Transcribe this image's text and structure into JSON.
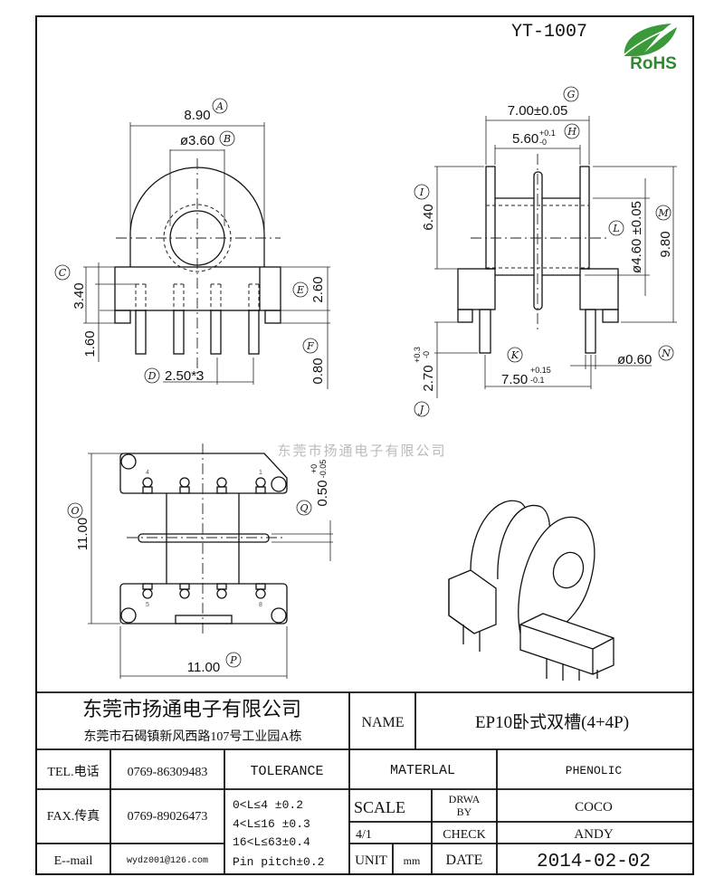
{
  "header": {
    "part_no": "YT-1007",
    "logo_text": "RoHS"
  },
  "watermark": "东莞市扬通电子有限公司",
  "front_view": {
    "dims": {
      "A": "8.90",
      "B": "ø3.60",
      "C": "3.40",
      "D": "2.50*3",
      "E": "2.60",
      "F": "0.80",
      "C2": "1.60"
    },
    "letters": [
      "A",
      "B",
      "C",
      "D",
      "E",
      "F"
    ]
  },
  "side_view": {
    "dims": {
      "G": "7.00±0.05",
      "H": "5.60",
      "H_tol_upper": "+0.1",
      "H_tol_lower": "-0",
      "I": "6.40",
      "J": "2.70",
      "J_tol_upper": "+0.3",
      "J_tol_lower": "-0",
      "K": "7.50",
      "K_tol_upper": "+0.15",
      "K_tol_lower": "-0.1",
      "L": "ø4.60 ±0.05",
      "M": "9.80",
      "N": "ø0.60"
    },
    "letters": [
      "G",
      "H",
      "I",
      "J",
      "K",
      "L",
      "M",
      "N"
    ]
  },
  "bottom_view": {
    "dims": {
      "O": "11.00",
      "P": "11.00",
      "Q": "0.50",
      "Q_tol_upper": "+0",
      "Q_tol_lower": "-0.05"
    },
    "letters": [
      "O",
      "P",
      "Q"
    ],
    "pin_numbers": [
      "4",
      "1",
      "5",
      "8"
    ]
  },
  "title_block": {
    "company": "东莞市扬通电子有限公司",
    "address": "东莞市石碣镇新风西路107号工业园A栋",
    "name_label": "NAME",
    "name_value": "EP10卧式双槽(4+4P)",
    "tel_label": "TEL.电话",
    "tel_value": "0769-86309483",
    "fax_label": "FAX.传真",
    "fax_value": "0769-89026473",
    "email_label": "E--mail",
    "email_value": "wydz001@126.com",
    "tolerance_label": "TOLERANCE",
    "tolerances": [
      "0<L≤4   ±0.2",
      "4<L≤16  ±0.3",
      "16<L≤63±0.4",
      "Pin pitch±0.2"
    ],
    "material_label": "MATERLAL",
    "material_value": "PHENOLIC",
    "scale_label": "SCALE",
    "scale_value": "4/1",
    "drawn_label_1": "DRWA",
    "drawn_label_2": "BY",
    "drawn_value": "COCO",
    "check_label": "CHECK",
    "check_value": "ANDY",
    "unit_label": "UNIT",
    "unit_value": "mm",
    "date_label": "DATE",
    "date_value": "2014-02-02"
  }
}
